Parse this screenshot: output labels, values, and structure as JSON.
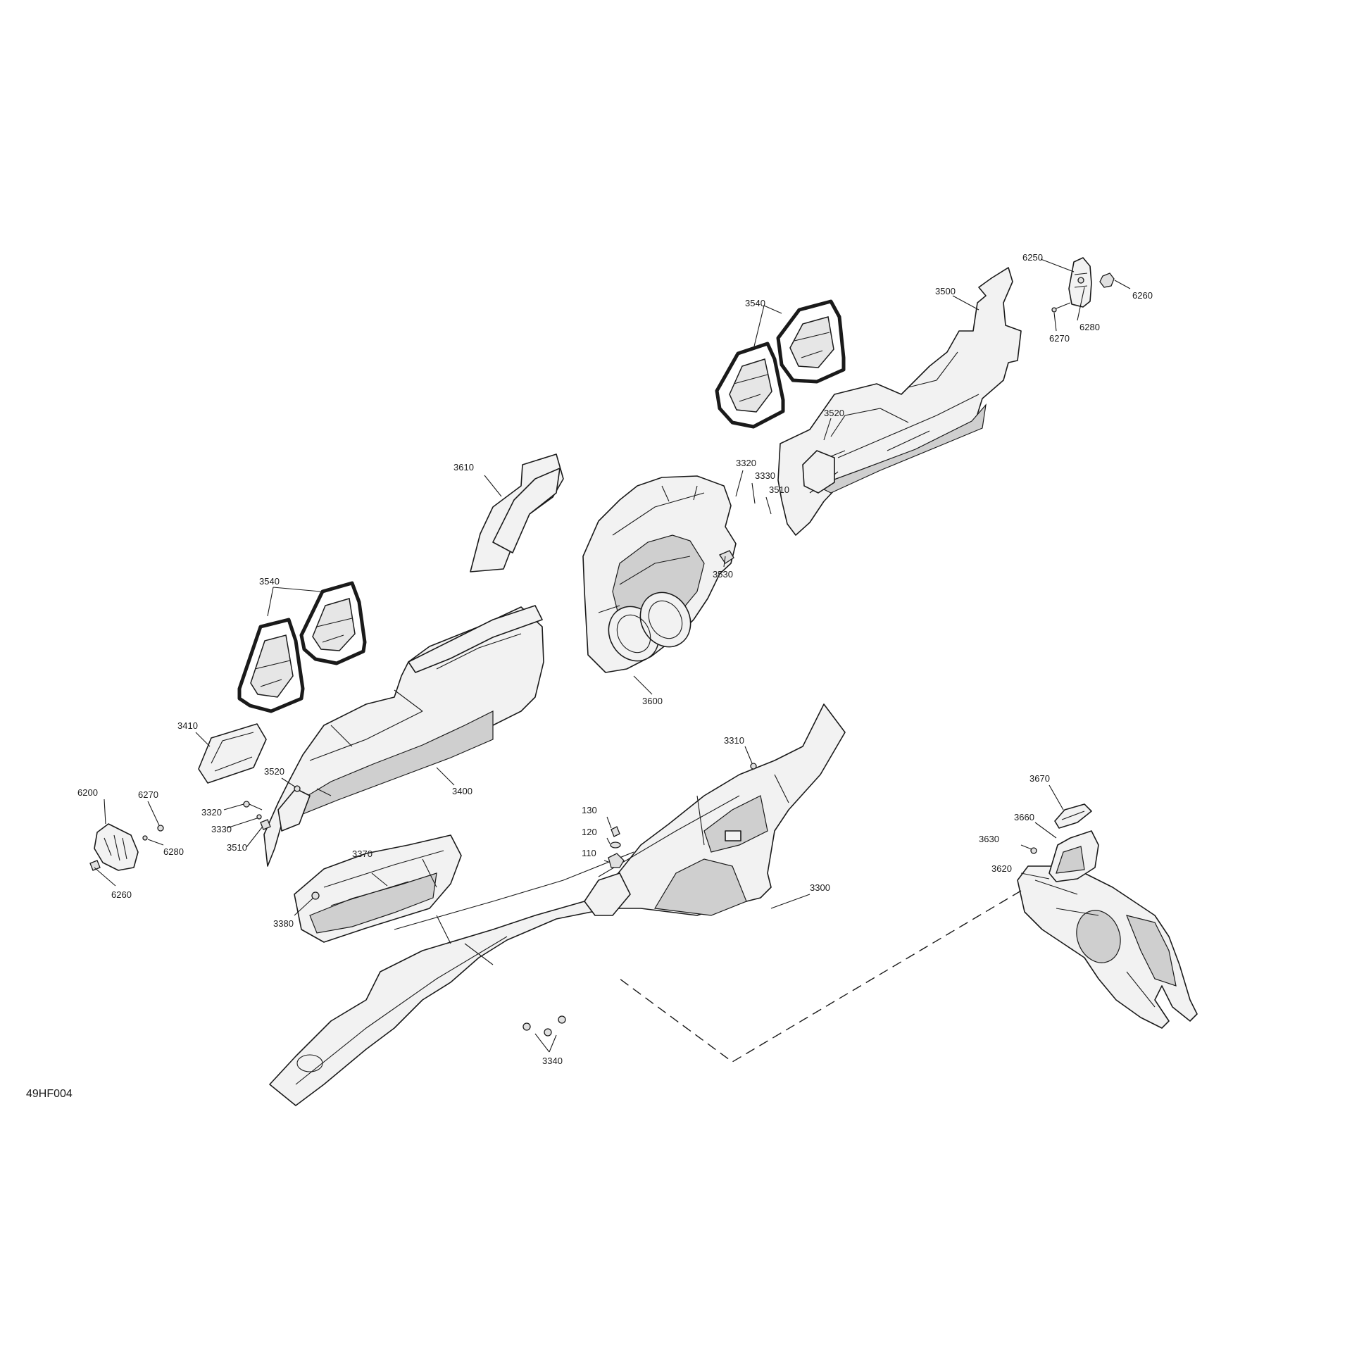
{
  "figure_ref": "49HF004",
  "callouts": {
    "p6250": "6250",
    "p6260a": "6260",
    "p3500": "3500",
    "p6280a": "6280",
    "p6270a": "6270",
    "p3540a": "3540",
    "p3520a": "3520",
    "p3320a": "3320",
    "p3330a": "3330",
    "p3510a": "3510",
    "p3610": "3610",
    "p3530": "3530",
    "p3540b": "3540",
    "p3600": "3600",
    "p3410": "3410",
    "p3310": "3310",
    "p3520b": "3520",
    "p3400": "3400",
    "p3670": "3670",
    "p6200": "6200",
    "p6270b": "6270",
    "p3320b": "3320",
    "p130": "130",
    "p3660": "3660",
    "p3330b": "3330",
    "p120": "120",
    "p3630": "3630",
    "p3510b": "3510",
    "p6280b": "6280",
    "p110": "110",
    "p3370": "3370",
    "p3620": "3620",
    "p3300": "3300",
    "p6260b": "6260",
    "p3380": "3380",
    "p3340": "3340"
  }
}
